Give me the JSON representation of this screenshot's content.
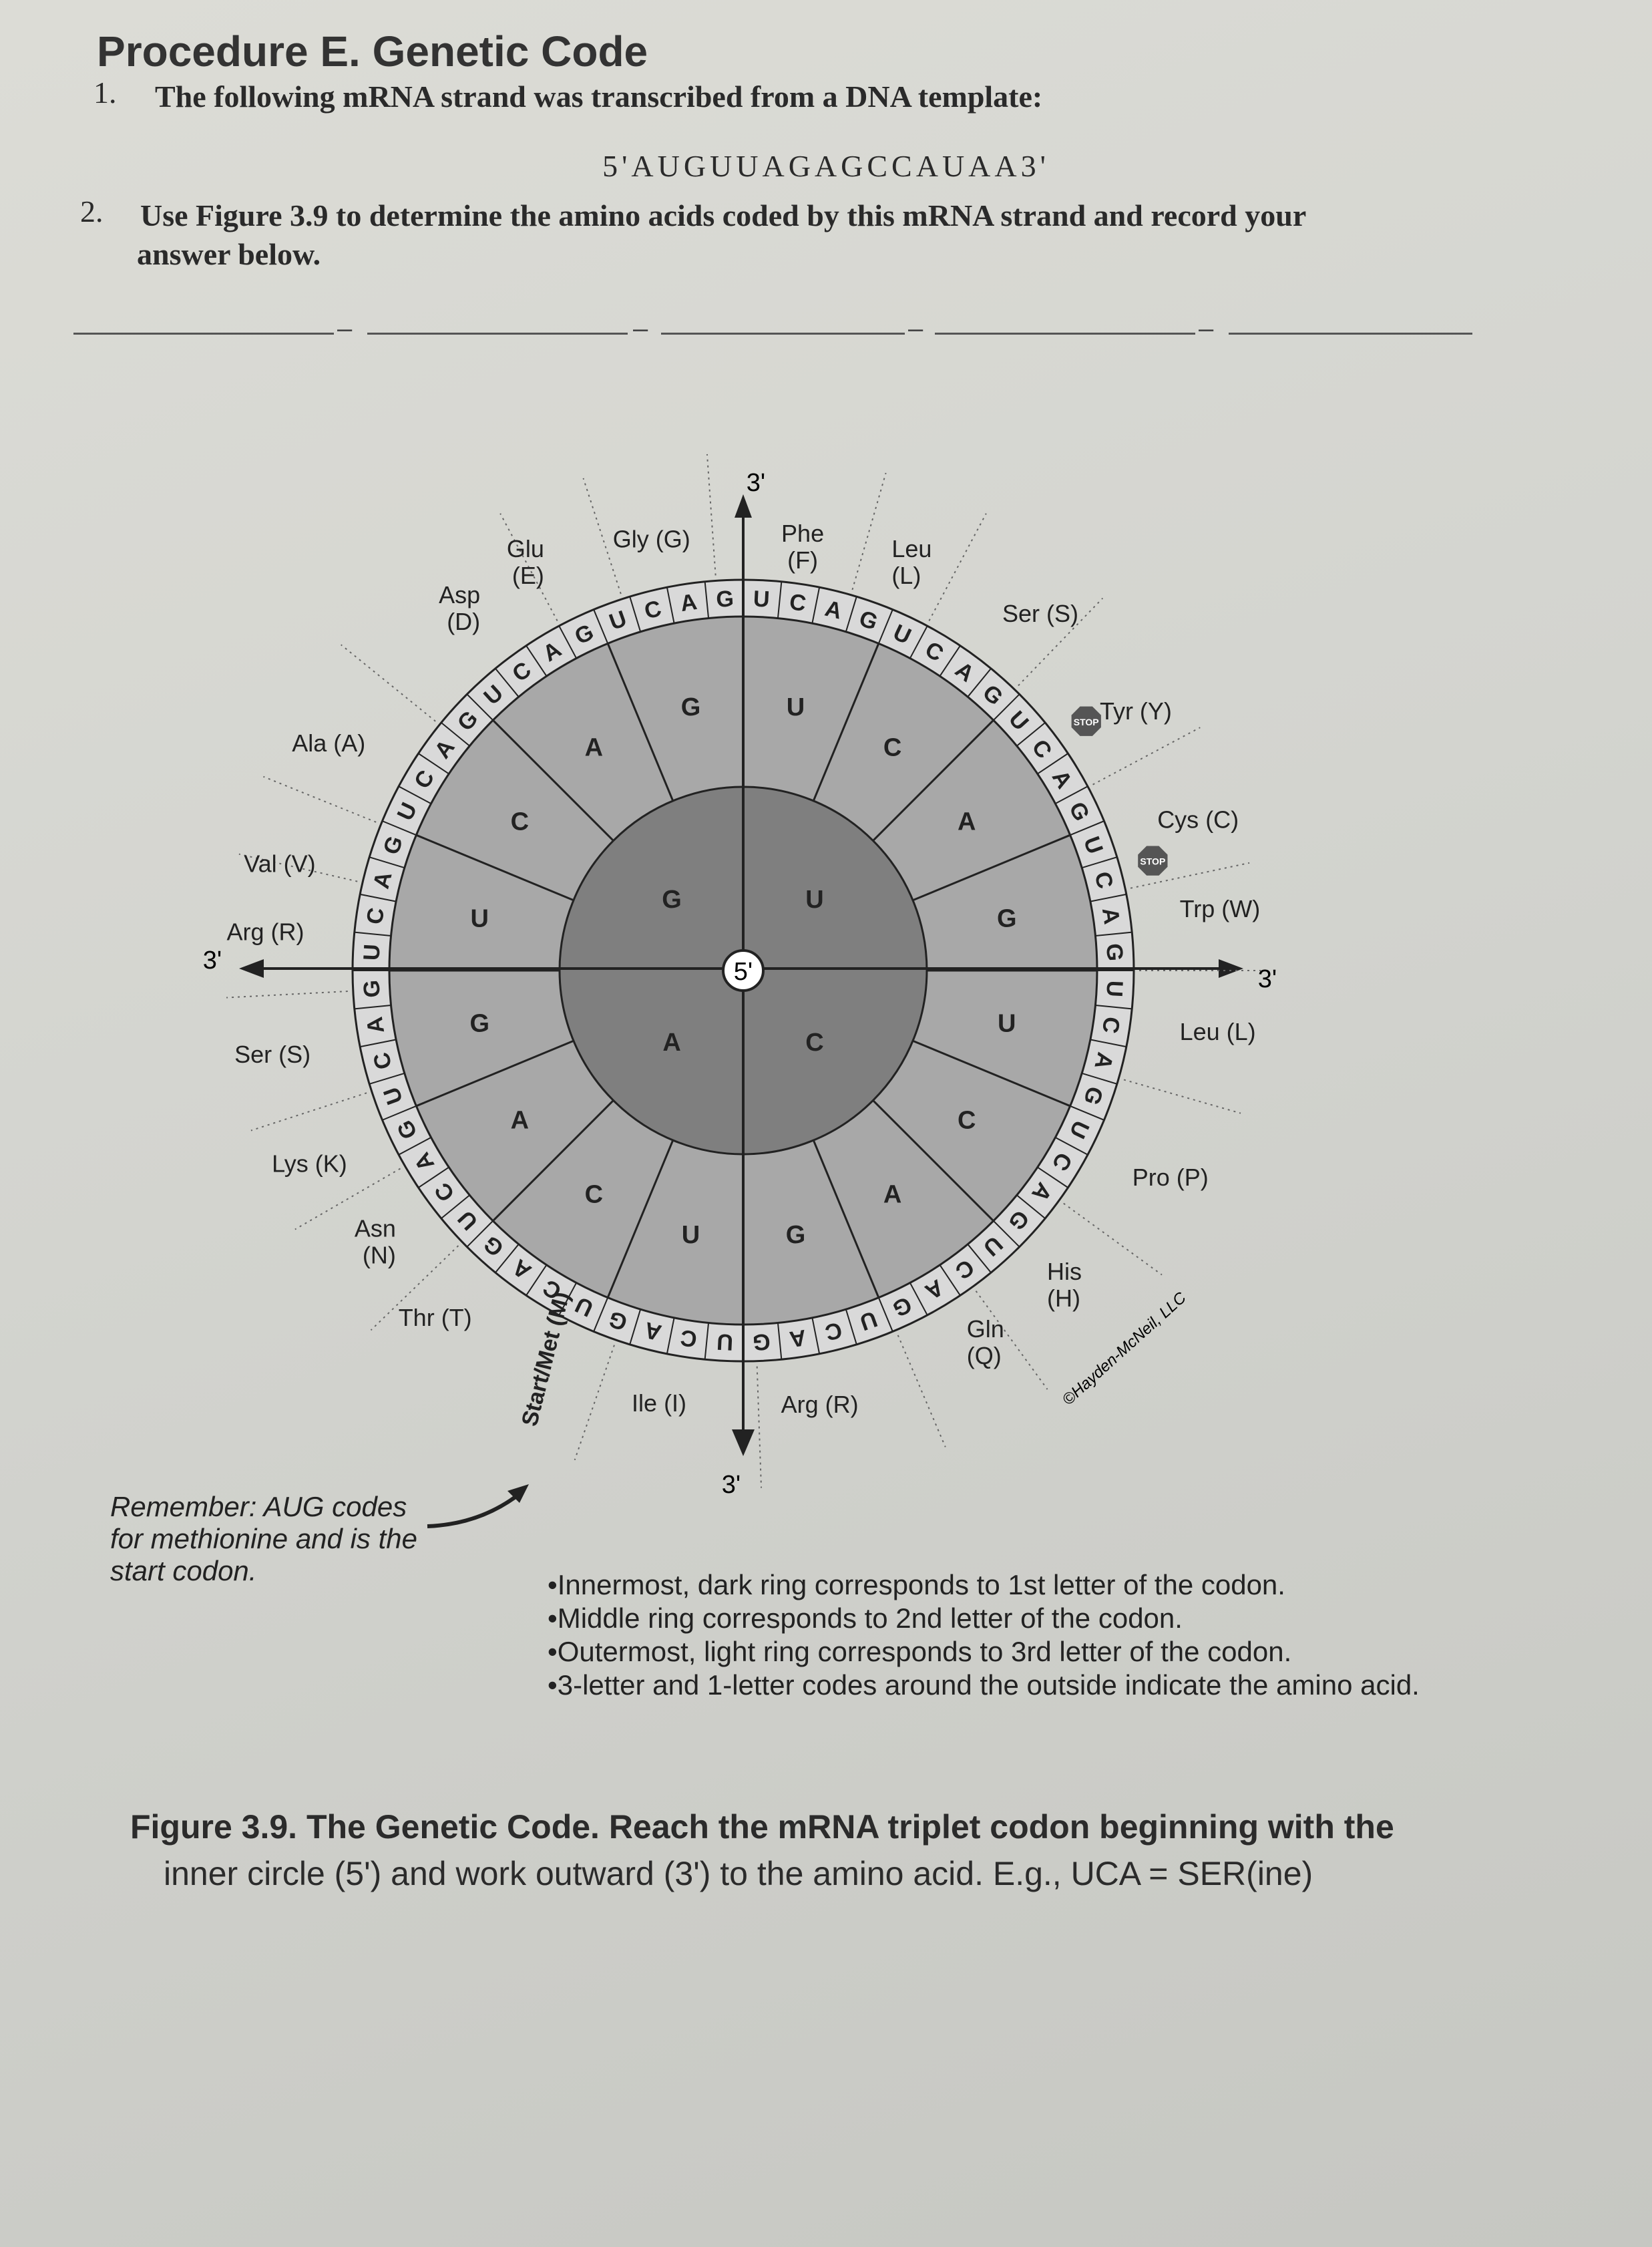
{
  "header": {
    "title": "Procedure E. Genetic Code",
    "q1_num": "1.",
    "q1_text": "The following mRNA strand was transcribed from a DNA template:",
    "strand": "5'AUGUUAGAGCCAUAA3'",
    "q2_num": "2.",
    "q2_line1": "Use Figure 3.9 to determine the amino acids coded by this mRNA strand and record your",
    "q2_line2": "answer below.",
    "dash": "–"
  },
  "wheel": {
    "center_label": "5'",
    "axis_label": "3'",
    "ring1_letters": [
      "U",
      "C",
      "A",
      "G"
    ],
    "ring2_letters": [
      "U",
      "C",
      "A",
      "G",
      "U",
      "C",
      "A",
      "G",
      "U",
      "C",
      "A",
      "G",
      "U",
      "C",
      "A",
      "G"
    ],
    "ring3_letters": "UCAGUCAGUCAGUCAGUCAGUCAGUCAGUCAGUCAGUCAGUCAGUCAGUCAGUCAGUCAGUCAG",
    "stop_label": "STOP",
    "amino_acids": [
      {
        "id": "phe",
        "text": "Phe\n(F)"
      },
      {
        "id": "leu1",
        "text": "Leu\n(L)"
      },
      {
        "id": "ser1",
        "text": "Ser (S)"
      },
      {
        "id": "tyr",
        "text": "Tyr (Y)"
      },
      {
        "id": "cys",
        "text": "Cys (C)"
      },
      {
        "id": "trp",
        "text": "Trp (W)"
      },
      {
        "id": "leu2",
        "text": "Leu (L)"
      },
      {
        "id": "pro",
        "text": "Pro (P)"
      },
      {
        "id": "his",
        "text": "His\n(H)"
      },
      {
        "id": "gln",
        "text": "Gln\n(Q)"
      },
      {
        "id": "arg1",
        "text": "Arg (R)"
      },
      {
        "id": "ile",
        "text": "Ile (I)"
      },
      {
        "id": "met",
        "text": "Start/Met (M)"
      },
      {
        "id": "thr",
        "text": "Thr (T)"
      },
      {
        "id": "asn",
        "text": "Asn\n(N)"
      },
      {
        "id": "lys",
        "text": "Lys (K)"
      },
      {
        "id": "ser2",
        "text": "Ser (S)"
      },
      {
        "id": "arg2",
        "text": "Arg (R)"
      },
      {
        "id": "val",
        "text": "Val (V)"
      },
      {
        "id": "ala",
        "text": "Ala (A)"
      },
      {
        "id": "asp",
        "text": "Asp\n(D)"
      },
      {
        "id": "glu",
        "text": "Glu\n(E)"
      },
      {
        "id": "gly",
        "text": "Gly (G)"
      }
    ],
    "copyright": "©Hayden-McNeil, LLC"
  },
  "remember": {
    "line1": "Remember: AUG codes",
    "line2a": "for methionine",
    "line2b": " and ",
    "line2c": "is the",
    "line3": "start codon."
  },
  "bullets": [
    "Innermost, dark ring corresponds to 1st letter of the codon.",
    "Middle ring corresponds to 2nd letter of the codon.",
    "Outermost, light ring corresponds to 3rd letter of the codon.",
    "3-letter and 1-letter codes around the outside indicate the amino acid."
  ],
  "caption": {
    "line1": "Figure 3.9. The Genetic Code. Reach the mRNA triplet codon beginning with the",
    "line2": "inner circle (5') and work outward (3') to the amino acid. E.g., UCA = SER(ine)"
  }
}
